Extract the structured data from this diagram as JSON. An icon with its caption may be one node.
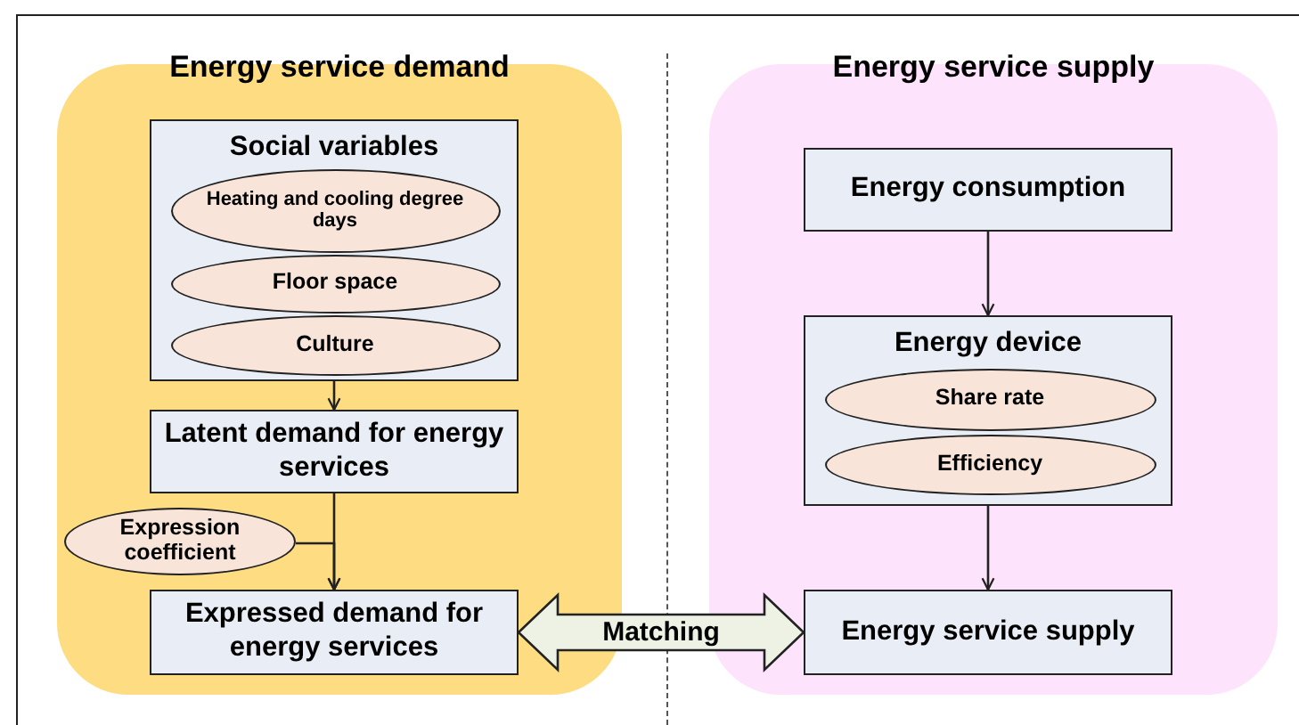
{
  "diagram": {
    "nodes": [
      {
        "text": [
          "Energy service demand"
        ]
      },
      {
        "text": [
          "Social variables"
        ],
        "in": 0
      },
      {
        "text": [
          "Heating and cooling degree days"
        ],
        "in": 1
      },
      {
        "text": [
          "Floor space"
        ],
        "in": 1
      },
      {
        "text": [
          "Culture"
        ],
        "in": 1
      },
      {
        "text": [
          "Latent demand for energy services"
        ],
        "in": 0
      },
      {
        "text": [
          "Expression coefficient"
        ],
        "in": 0
      },
      {
        "text": [
          "Expressed demand for energy services"
        ],
        "in": 0
      },
      {
        "text": [
          "Energy service supply"
        ]
      },
      {
        "text": [
          "Energy consumption"
        ],
        "in": 8
      },
      {
        "text": [
          "Energy device"
        ],
        "in": 8
      },
      {
        "text": [
          "Share rate"
        ],
        "in": 10
      },
      {
        "text": [
          "Efficiency"
        ],
        "in": 10
      },
      {
        "text": [
          "Energy service supply"
        ],
        "in": 8
      }
    ],
    "edges": [
      {
        "from": 1,
        "to": 5,
        "arrow": "to"
      },
      {
        "from": 5,
        "to": 7,
        "arrow": "to"
      },
      {
        "from": 6,
        "to": 7,
        "arrow": "to"
      },
      {
        "from": 9,
        "to": 10,
        "arrow": "to"
      },
      {
        "from": 10,
        "to": 13,
        "arrow": "to"
      },
      {
        "from": 7,
        "to": 13,
        "arrow": "both",
        "label": "Matching",
        "style": "thick"
      }
    ]
  }
}
